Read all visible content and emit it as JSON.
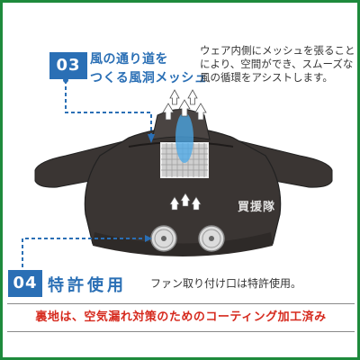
{
  "step03": {
    "number": "03",
    "heading_line1": "風の通り道を",
    "heading_line2": "つくる風洞メッシュ",
    "description_lines": [
      "ウェア内側にメッシュを張ること",
      "により、空間ができ、スムーズな",
      "風の循環をアシストします。"
    ]
  },
  "step04": {
    "number": "04",
    "heading": "特許使用",
    "description": "ファン取り付け口は特許使用。"
  },
  "bottom_note": "裏地は、空気漏れ対策のためのコーティング加工済み",
  "watermark": "買援隊",
  "colors": {
    "frame": "#1e8a3c",
    "accent_blue": "#2a6fb5",
    "note_red": "#d62a1e",
    "jacket": "#3a3533"
  }
}
